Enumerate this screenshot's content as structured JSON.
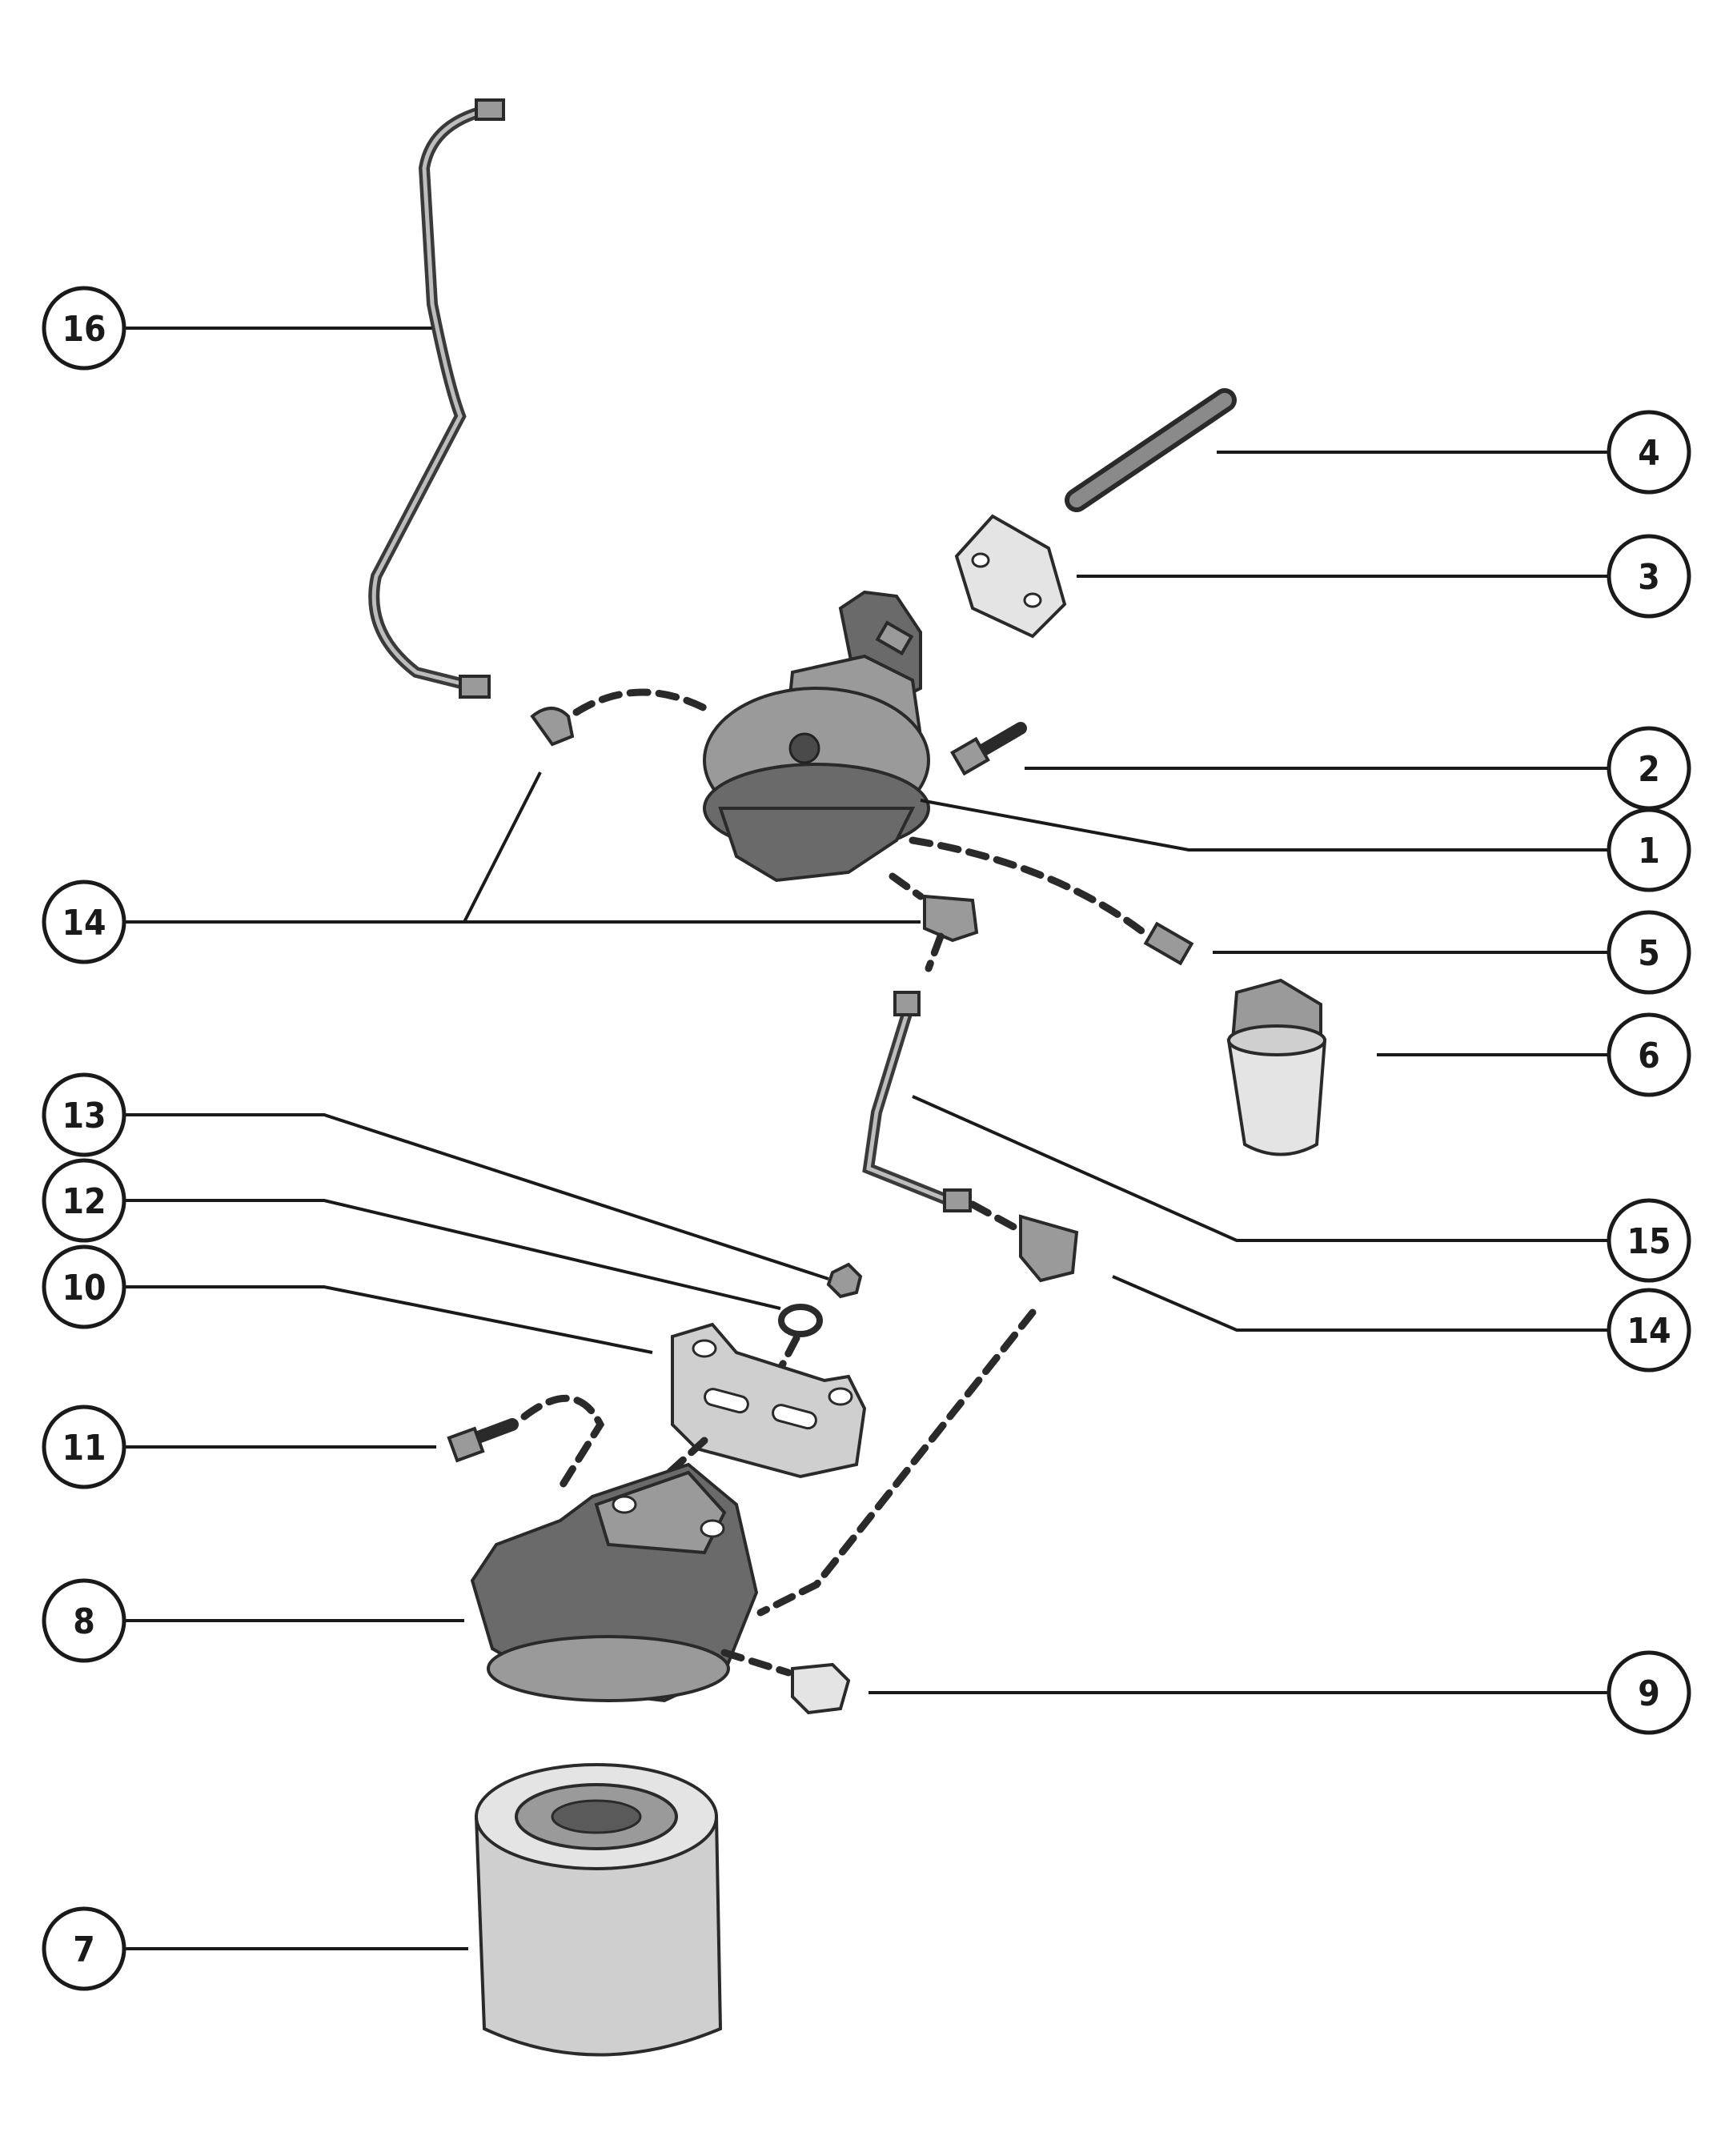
{
  "callouts": {
    "c1": "1",
    "c2": "2",
    "c3": "3",
    "c4": "4",
    "c5": "5",
    "c6": "6",
    "c7": "7",
    "c8": "8",
    "c9": "9",
    "c10": "10",
    "c11": "11",
    "c12": "12",
    "c13": "13",
    "c14a": "14",
    "c14b": "14",
    "c15": "15",
    "c16": "16"
  },
  "colors": {
    "ink": "#1a1a1a",
    "part_shading": "#9a9a9a",
    "background": "#ffffff"
  }
}
